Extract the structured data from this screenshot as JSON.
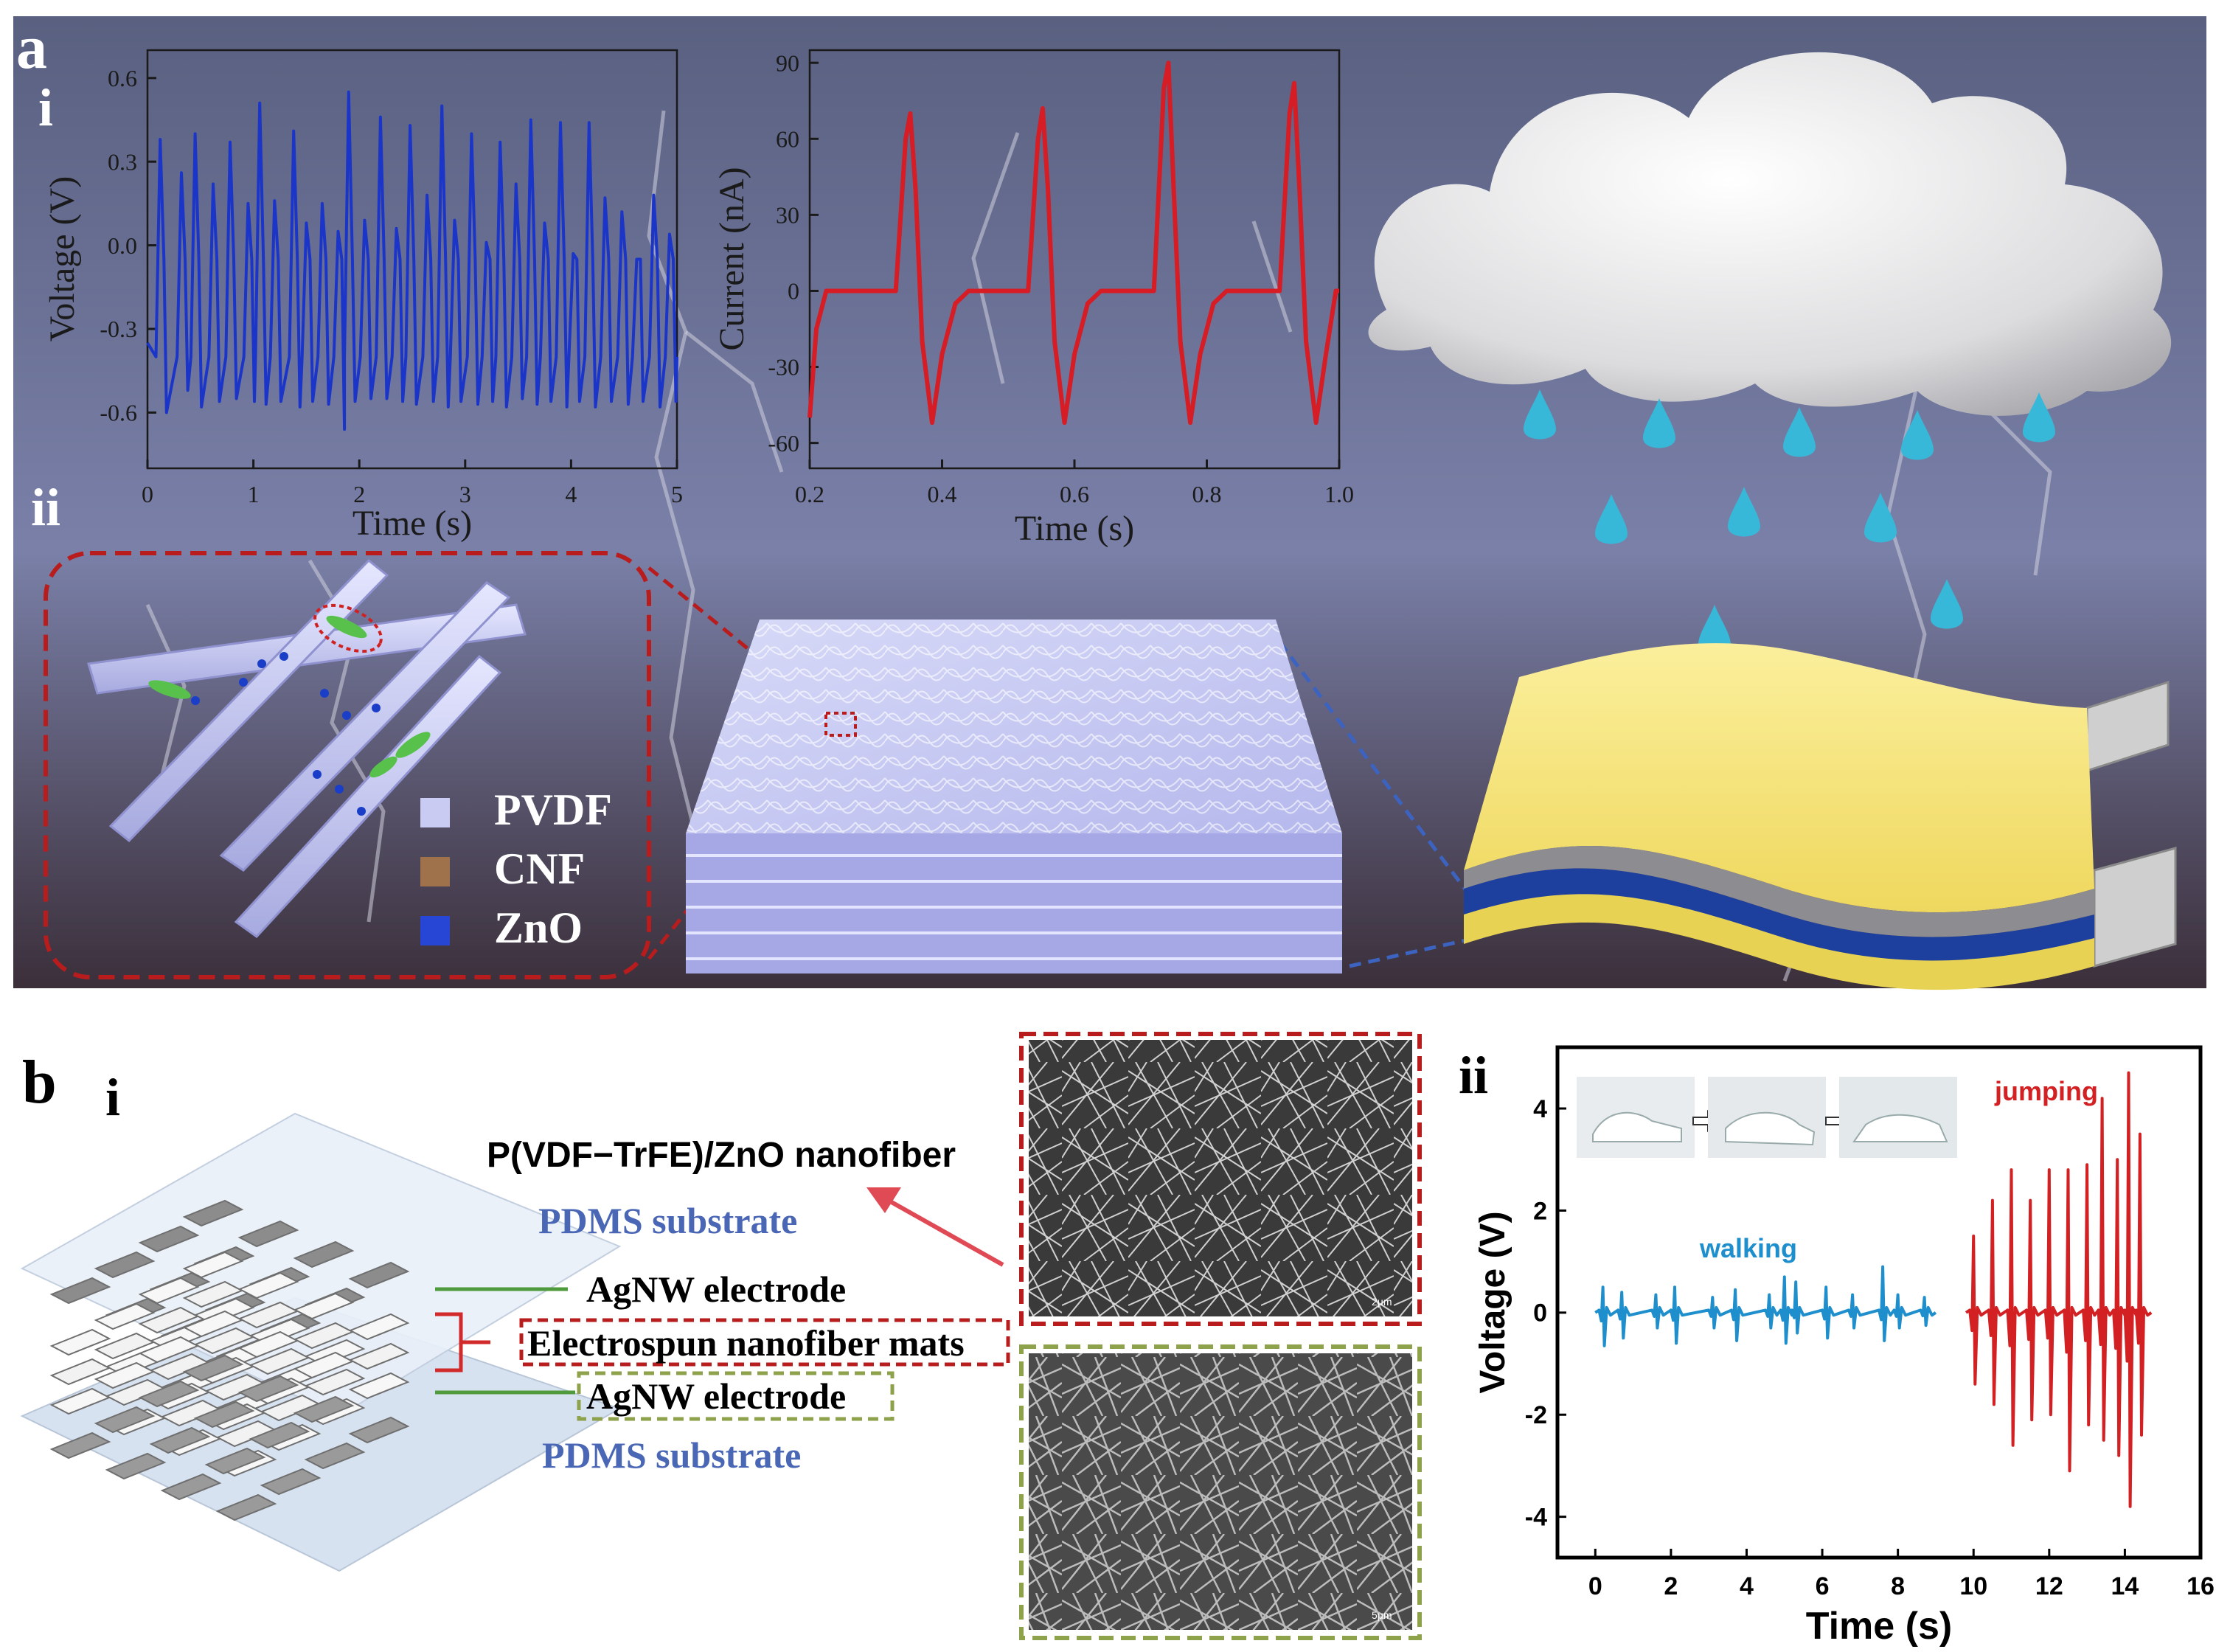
{
  "panel_labels": {
    "a": "a",
    "a_i": "i",
    "a_ii": "ii",
    "b": "b",
    "b_i": "i",
    "b_ii": "ii"
  },
  "colors": {
    "background_top": "#565b80",
    "background_bottom": "#3b2f39",
    "voltage_trace": "#1a35c8",
    "current_trace": "#d61c25",
    "walking_trace": "#1e8fcc",
    "jumping_trace": "#d32023",
    "raindrop": "#38b8d8",
    "pvdf": "#c9cbf2",
    "cnf": "#a0724c",
    "zno": "#2846d6",
    "nanofiber_layer": "#1d3f9e",
    "electrode": "#f2e17c",
    "red_dash": "#b81c1c",
    "green_dash": "#8da24a",
    "pdms_text": "#4a67b6"
  },
  "legend_a": {
    "pvdf": "PVDF",
    "cnf": "CNF",
    "zno": "ZnO"
  },
  "structure_labels": {
    "nanofiber": "P(VDF−TrFE)/ZnO nanofiber",
    "pdms_top": "PDMS substrate",
    "agnw_top": "AgNW electrode",
    "mats": "Electrospun nanofiber mats",
    "agnw_bottom": "AgNW electrode",
    "pdms_bottom": "PDMS substrate"
  },
  "sem_scale_labels": {
    "top": "2μm",
    "bottom": "5μm"
  },
  "chart_data": [
    {
      "type": "line",
      "xlabel": "Time (s)",
      "ylabel": "Voltage (V)",
      "xlim": [
        0,
        5
      ],
      "ylim": [
        -0.8,
        0.7
      ],
      "xticks": [
        0,
        1,
        2,
        3,
        4,
        5
      ],
      "xtick_labels": [
        "0",
        "1",
        "2",
        "3",
        "4",
        "5"
      ],
      "yticks": [
        -0.6,
        -0.3,
        0.0,
        0.3,
        0.6
      ],
      "ytick_labels": [
        "-0.6",
        "-0.3",
        "0.0",
        "0.3",
        "0.6"
      ],
      "grid": false,
      "series": [
        {
          "color": "#1a35c8",
          "peaks_x": [
            0.12,
            0.32,
            0.45,
            0.62,
            0.78,
            0.95,
            1.06,
            1.2,
            1.38,
            1.5,
            1.65,
            1.8,
            1.9,
            2.05,
            2.2,
            2.35,
            2.48,
            2.64,
            2.78,
            2.9,
            3.06,
            3.2,
            3.33,
            3.48,
            3.62,
            3.75,
            3.9,
            4.02,
            4.17,
            4.32,
            4.48,
            4.62,
            4.78,
            4.93
          ],
          "peaks_y": [
            0.38,
            0.26,
            0.4,
            0.22,
            0.37,
            0.15,
            0.51,
            0.16,
            0.41,
            0.08,
            0.15,
            0.05,
            0.55,
            0.09,
            0.46,
            0.06,
            0.43,
            0.18,
            0.5,
            0.09,
            0.4,
            0.01,
            0.37,
            0.22,
            0.45,
            0.08,
            0.44,
            -0.03,
            0.44,
            0.17,
            0.12,
            -0.05,
            0.18,
            0.04
          ],
          "troughs_y": [
            -0.6,
            -0.52,
            -0.58,
            -0.56,
            -0.55,
            -0.56,
            -0.57,
            -0.56,
            -0.58,
            -0.56,
            -0.57,
            -0.66,
            -0.56,
            -0.55,
            -0.55,
            -0.56,
            -0.57,
            -0.56,
            -0.58,
            -0.56,
            -0.57,
            -0.56,
            -0.58,
            -0.55,
            -0.57,
            -0.56,
            -0.58,
            -0.56,
            -0.58,
            -0.56,
            -0.57,
            -0.56,
            -0.58,
            -0.56
          ]
        }
      ]
    },
    {
      "type": "line",
      "xlabel": "Time (s)",
      "ylabel": "Current (nA)",
      "xlim": [
        0.2,
        1.0
      ],
      "ylim": [
        -70,
        95
      ],
      "xticks": [
        0.2,
        0.4,
        0.6,
        0.8,
        1.0
      ],
      "xtick_labels": [
        "0.2",
        "0.4",
        "0.6",
        "0.8",
        "1.0"
      ],
      "yticks": [
        -60,
        -30,
        0,
        30,
        60,
        90
      ],
      "ytick_labels": [
        "-60",
        "-30",
        "0",
        "30",
        "60",
        "90"
      ],
      "grid": false,
      "series": [
        {
          "color": "#d61c25",
          "x": [
            0.2,
            0.21,
            0.225,
            0.235,
            0.3,
            0.33,
            0.345,
            0.352,
            0.36,
            0.37,
            0.385,
            0.4,
            0.42,
            0.44,
            0.53,
            0.545,
            0.552,
            0.56,
            0.57,
            0.585,
            0.6,
            0.62,
            0.64,
            0.72,
            0.735,
            0.742,
            0.75,
            0.76,
            0.775,
            0.79,
            0.81,
            0.83,
            0.91,
            0.925,
            0.932,
            0.94,
            0.95,
            0.965,
            0.98,
            0.995,
            1.0
          ],
          "y": [
            -50,
            -15,
            0,
            0,
            0,
            0,
            60,
            70,
            40,
            -20,
            -52,
            -25,
            -5,
            0,
            0,
            60,
            72,
            40,
            -20,
            -52,
            -25,
            -5,
            0,
            0,
            80,
            90,
            40,
            -20,
            -52,
            -25,
            -5,
            0,
            0,
            70,
            82,
            40,
            -20,
            -52,
            -25,
            0,
            0
          ]
        }
      ]
    },
    {
      "type": "line",
      "xlabel": "Time (s)",
      "ylabel": "Voltage (V)",
      "xlim": [
        -1,
        16
      ],
      "ylim": [
        -4.8,
        5.2
      ],
      "xticks": [
        0,
        2,
        4,
        6,
        8,
        10,
        12,
        14,
        16
      ],
      "xtick_labels": [
        "0",
        "2",
        "4",
        "6",
        "8",
        "10",
        "12",
        "14",
        "16"
      ],
      "yticks": [
        -4,
        -2,
        0,
        2,
        4
      ],
      "ytick_labels": [
        "-4",
        "-2",
        "0",
        "2",
        "4"
      ],
      "grid": false,
      "annotations": {
        "walking": "walking",
        "jumping": "jumping"
      },
      "series": [
        {
          "name": "walking",
          "color": "#1e8fcc",
          "peaks_x": [
            0.2,
            0.7,
            1.6,
            2.1,
            3.1,
            3.7,
            4.6,
            5.0,
            5.3,
            6.1,
            6.8,
            7.6,
            8.0,
            8.7
          ],
          "peaks_y": [
            0.5,
            0.4,
            0.35,
            0.5,
            0.3,
            0.45,
            0.35,
            0.7,
            0.6,
            0.5,
            0.35,
            0.9,
            0.35,
            0.3
          ],
          "troughs_y": [
            -0.65,
            -0.5,
            -0.3,
            -0.6,
            -0.3,
            -0.55,
            -0.3,
            -0.6,
            -0.4,
            -0.5,
            -0.3,
            -0.55,
            -0.3,
            -0.25
          ]
        },
        {
          "name": "jumping",
          "color": "#d32023",
          "peaks_x": [
            10.0,
            10.5,
            11.0,
            11.5,
            12.0,
            12.5,
            13.0,
            13.4,
            13.8,
            14.1,
            14.4
          ],
          "peaks_y": [
            1.5,
            2.2,
            2.8,
            2.2,
            2.8,
            2.8,
            2.9,
            4.2,
            3.0,
            4.7,
            3.5
          ],
          "troughs_y": [
            -1.4,
            -1.8,
            -2.6,
            -2.1,
            -2.0,
            -3.1,
            -2.2,
            -2.5,
            -2.8,
            -3.8,
            -2.4
          ]
        }
      ]
    }
  ]
}
